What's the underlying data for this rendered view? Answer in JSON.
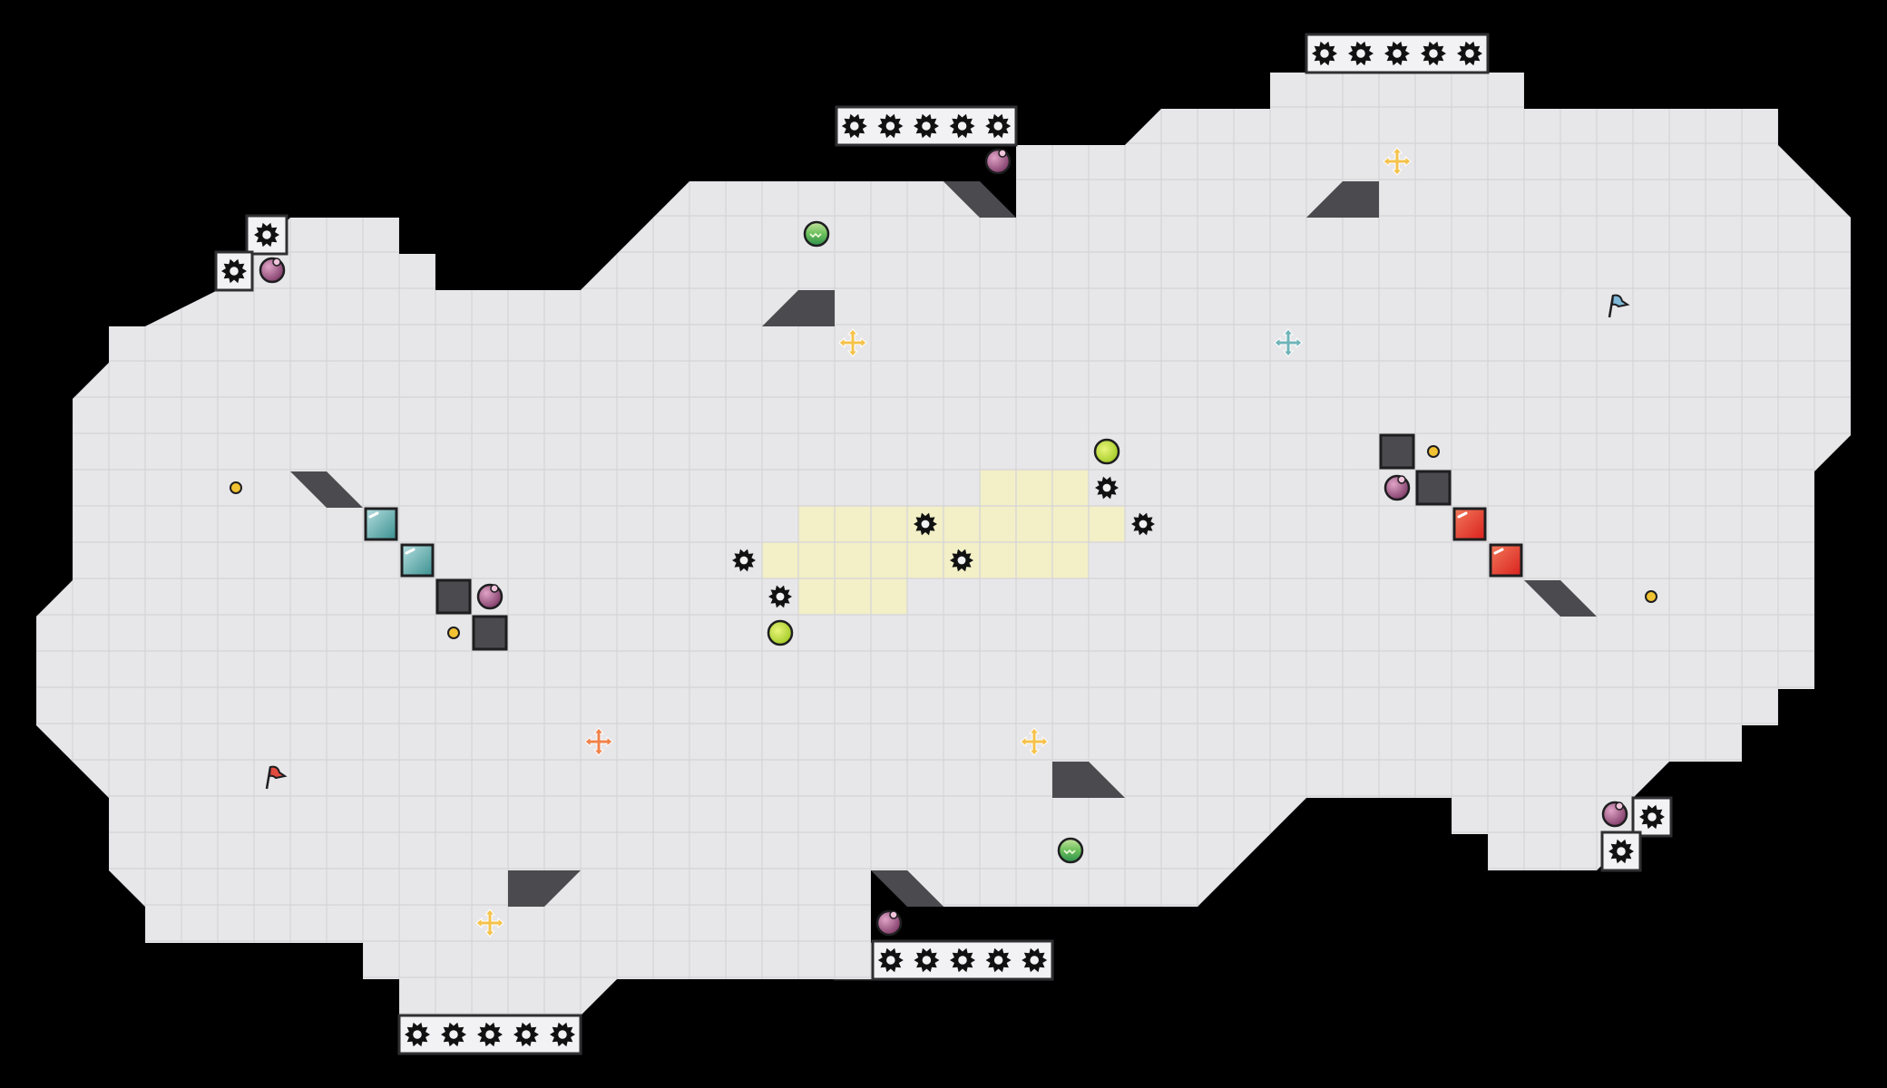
{
  "game": {
    "level_layout": "two-lobed arena",
    "team_flags": [
      "red",
      "blue"
    ],
    "colors": {
      "background": "#000000",
      "floor": "#e7e7ea",
      "grid": "#d4d4d8",
      "wall": "#4b4b4f",
      "zone": "#f3efc7",
      "spike": "#111111",
      "orb": "#b04f86",
      "gem_lime": "#c6e33a",
      "coin": "#f1c232",
      "red_tile": "#e8362a",
      "teal_tile": "#3f9fa3",
      "cross_yellow": "#f5c24a",
      "cross_orange": "#f0824a",
      "cross_teal": "#6fb4b8"
    },
    "icons": {
      "spike": "spike-icon",
      "orb": "orb-icon",
      "coin": "coin-icon",
      "gem": "gem-icon",
      "booster": "booster-icon",
      "move_cross": "cross-arrow-icon",
      "flag": "flag-icon",
      "red_tile": "red-block-icon",
      "teal_tile": "teal-block-icon"
    }
  }
}
